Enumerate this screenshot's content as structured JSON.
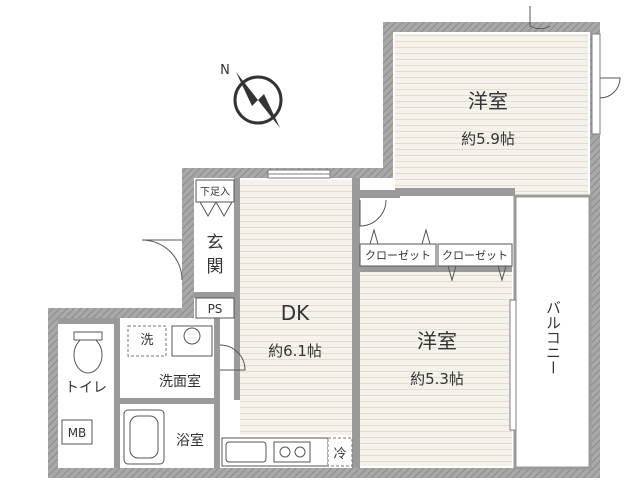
{
  "rooms": {
    "western_top": {
      "name": "洋室",
      "area": "約5.9帖"
    },
    "western_bottom": {
      "name": "洋室",
      "area": "約5.3帖"
    },
    "dk": {
      "name": "DK",
      "area": "約6.1帖"
    },
    "genkan": {
      "line1": "玄",
      "line2": "関"
    },
    "shoe_box": "下足入",
    "ps": "PS",
    "closet_left": "クローゼット",
    "closet_right": "クローゼット",
    "laundry": "洗",
    "washroom": "洗面室",
    "toilet": "トイレ",
    "mb": "MB",
    "bath": "浴室",
    "fridge": "冷",
    "balcony": "バルコニー"
  },
  "compass": {
    "north_label": "N"
  },
  "colors": {
    "wall": "#9a9a9a",
    "wall_dark": "#7d7d7d",
    "floor_wood": "#f4f1ea",
    "floor_tile": "#ffffff",
    "text": "#333333"
  }
}
